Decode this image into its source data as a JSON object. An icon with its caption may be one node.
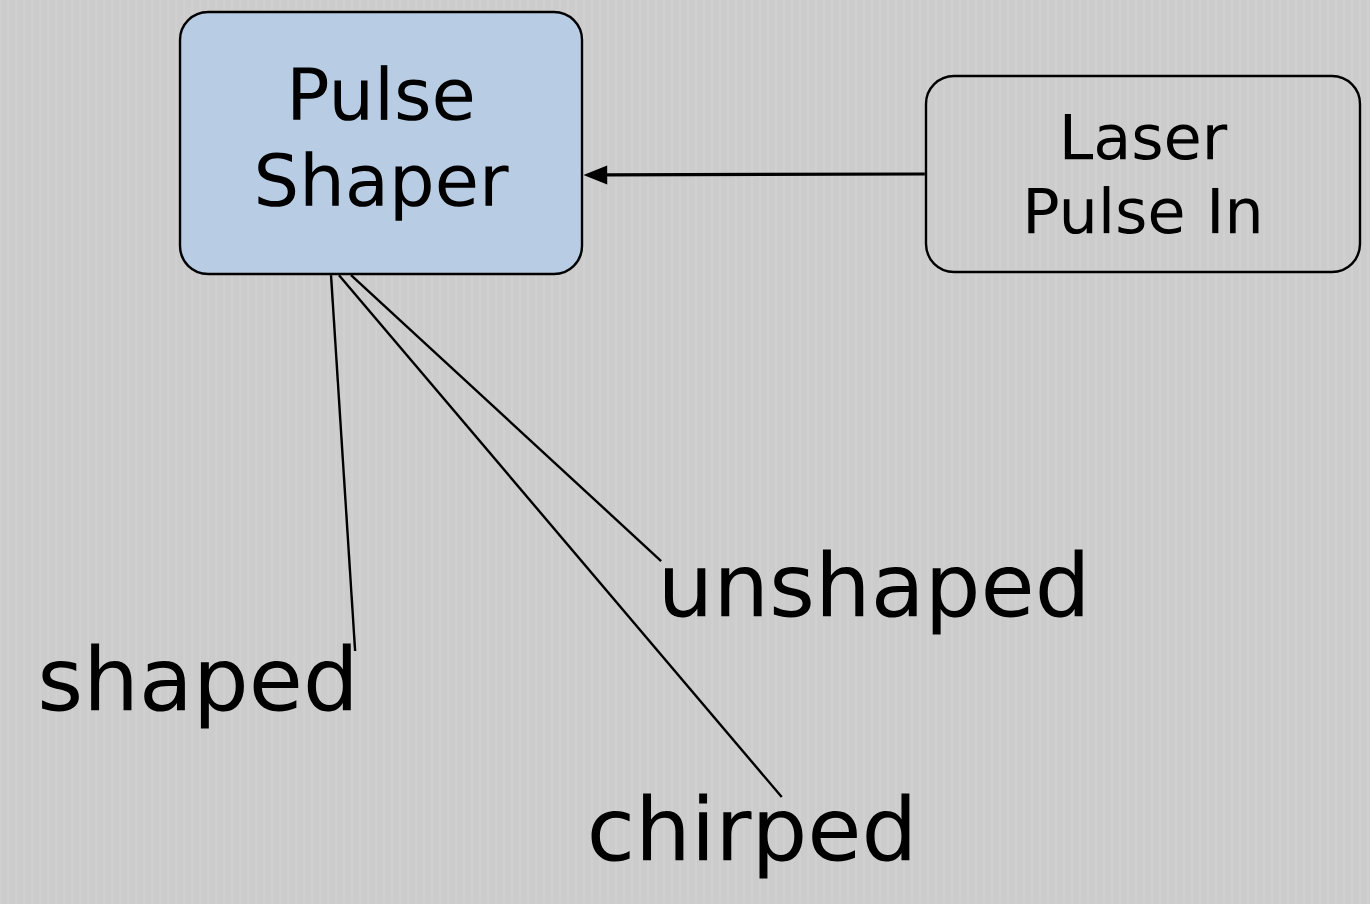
{
  "diagram": {
    "nodes": [
      {
        "text": [
          "Pulse Shaper"
        ]
      },
      {
        "text": [
          "Laser Pulse In"
        ]
      },
      {
        "text": [
          "shaped"
        ]
      },
      {
        "text": [
          "unshaped"
        ]
      },
      {
        "text": [
          "chirped"
        ]
      }
    ],
    "edges": [
      {
        "from": 1,
        "to": 0,
        "arrow": "to"
      },
      {
        "from": 0,
        "to": 2,
        "arrow": "none"
      },
      {
        "from": 0,
        "to": 4,
        "arrow": "none"
      },
      {
        "from": 0,
        "to": 3,
        "arrow": "none"
      }
    ]
  }
}
